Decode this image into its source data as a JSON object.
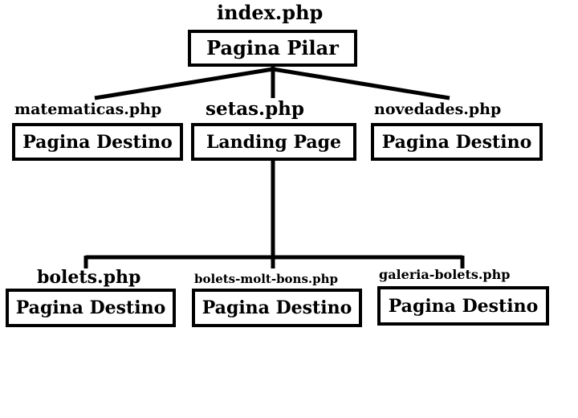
{
  "diagram": {
    "root": {
      "file": "index.php",
      "page_type": "Pagina Pilar"
    },
    "level1": [
      {
        "file": "matematicas.php",
        "page_type": "Pagina Destino"
      },
      {
        "file": "setas.php",
        "page_type": "Landing Page"
      },
      {
        "file": "novedades.php",
        "page_type": "Pagina Destino"
      }
    ],
    "level2": [
      {
        "file": "bolets.php",
        "page_type": "Pagina Destino"
      },
      {
        "file": "bolets-molt-bons.php",
        "page_type": "Pagina Destino"
      },
      {
        "file": "galeria-bolets.php",
        "page_type": "Pagina Destino"
      }
    ]
  },
  "colors": {
    "line": "#000000",
    "box_border": "#000000",
    "background": "#ffffff"
  }
}
